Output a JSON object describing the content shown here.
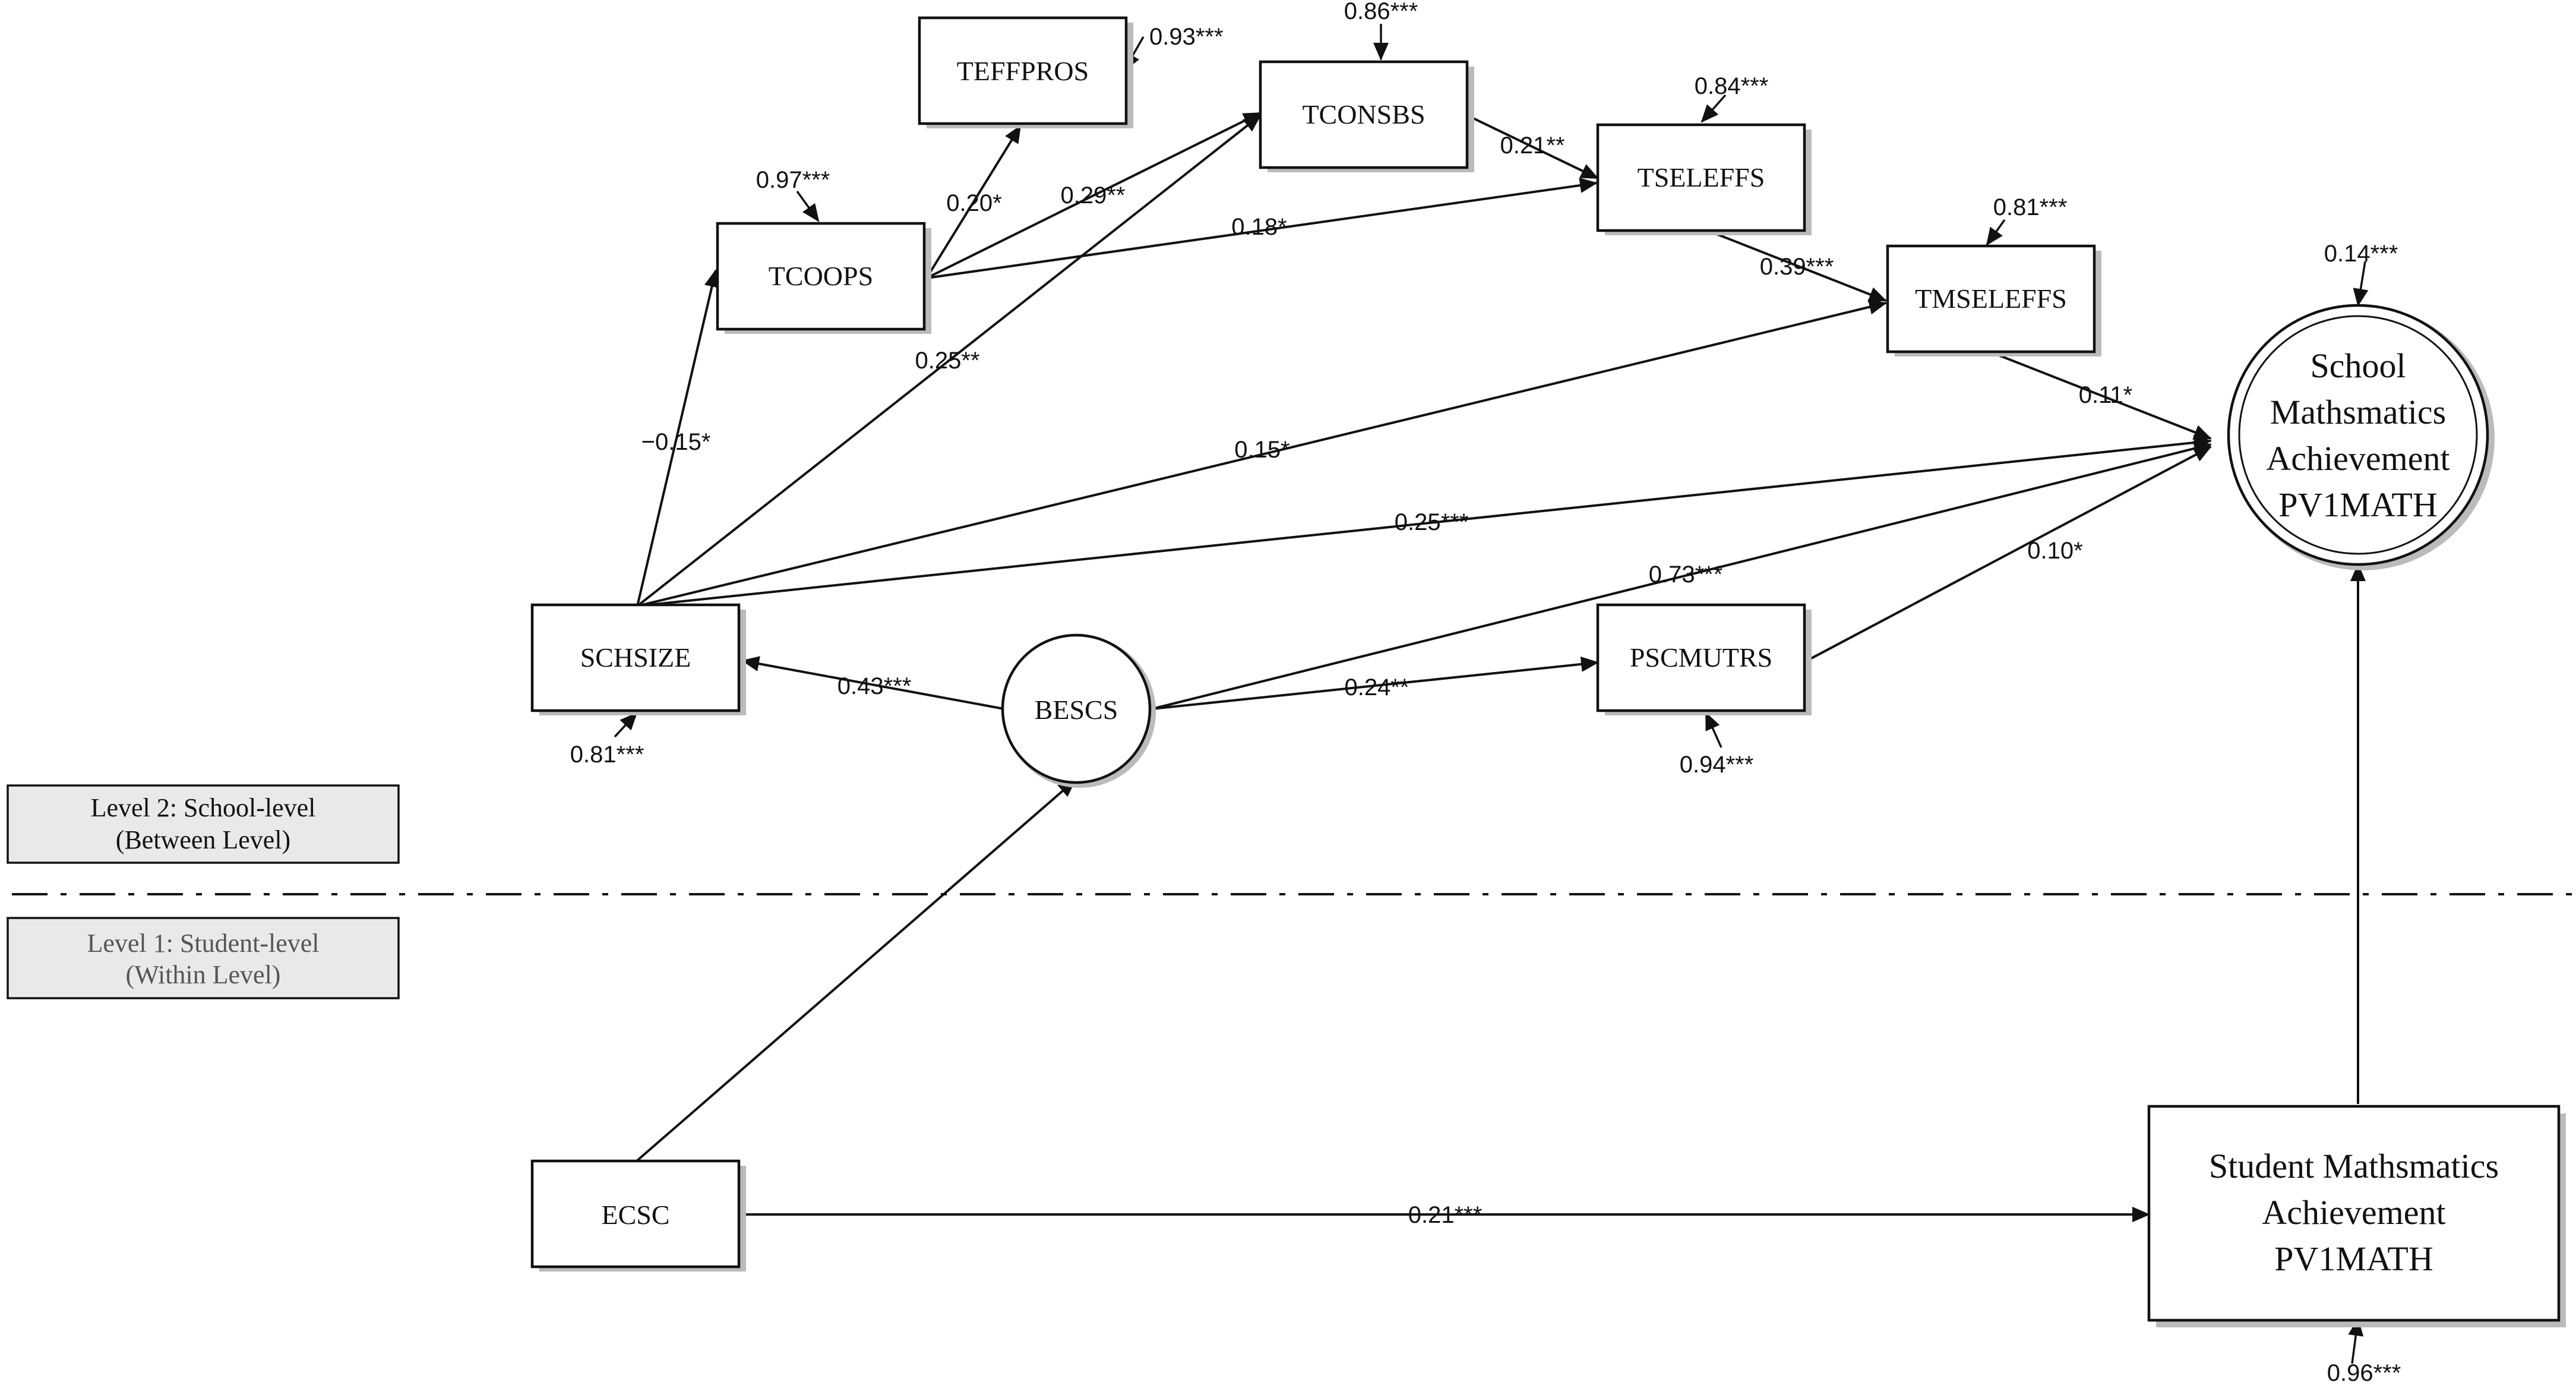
{
  "levels": {
    "between": [
      "Level 2: School-level",
      "(Between Level)"
    ],
    "within": [
      "Level 1: Student-level",
      "(Within Level)"
    ]
  },
  "nodes": {
    "teffpros": "TEFFPROS",
    "tconsbs": "TCONSBS",
    "tseleffs": "TSELEFFS",
    "tcoops": "TCOOPS",
    "tmseleffs": "TMSELEFFS",
    "schsize": "SCHSIZE",
    "besc": "BESCS",
    "pscmutrs": "PSCMUTRS",
    "ecsc": "ECSC",
    "school_achievement": [
      "School",
      "Mathsmatics",
      "Achievement",
      "PV1MATH"
    ],
    "student_achievement": [
      "Student Mathsmatics",
      "Achievement",
      "PV1MATH"
    ]
  },
  "residuals": {
    "teffpros": "0.93***",
    "tconsbs": "0.86***",
    "tseleffs": "0.84***",
    "tcoops": "0.97***",
    "tmseleffs": "0.81***",
    "school_achievement": "0.14***",
    "schsize": "0.81***",
    "pscmutrs": "0.94***",
    "student_achievement": "0.96***"
  },
  "paths": {
    "tcoops_teffpros": "0.20*",
    "tcoops_tconsbs": "0.29**",
    "tconsbs_tseleffs": "0.21**",
    "tcoops_tseleffs": "0.18*",
    "tseleffs_tmseleffs": "0.39***",
    "schsize_tconsbs": "0.25**",
    "schsize_tcoops": "−0.15*",
    "schsize_tmseleffs": "0.15*",
    "tmseleffs_school": "0.11*",
    "schsize_school": "0.25***",
    "besc_school": "0.73***",
    "pscmutrs_school": "0.10*",
    "besc_schsize": "0.43***",
    "besc_pscmutrs": "0.24**",
    "ecsc_student": "0.21***"
  }
}
